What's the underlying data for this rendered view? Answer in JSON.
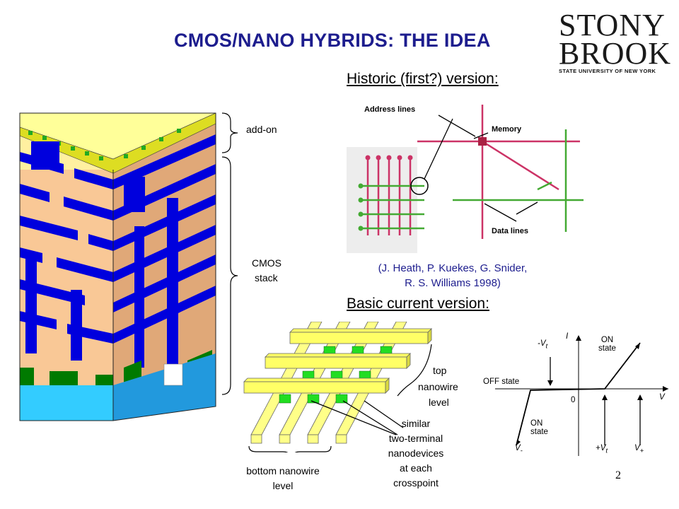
{
  "slide": {
    "title": "CMOS/NANO HYBRIDS: THE IDEA",
    "page_number": "2"
  },
  "logo": {
    "line1": "STONY",
    "line2": "BROOK",
    "line3": "STATE UNIVERSITY OF NEW YORK"
  },
  "stack": {
    "addon_label": "add-on",
    "cmos_label_line1": "CMOS",
    "cmos_label_line2": "stack"
  },
  "historic": {
    "heading": "Historic (first?) version:",
    "address_lines": "Address lines",
    "memory": "Memory",
    "data_lines": "Data lines",
    "citation_line1": "(J. Heath, P. Kuekes, G. Snider,",
    "citation_line2": "R. S. Williams 1998)"
  },
  "current": {
    "heading": "Basic current version:",
    "top_label_1": "top",
    "top_label_2": "nanowire",
    "top_label_3": "level",
    "bottom_label_1": "bottom nanowire",
    "bottom_label_2": "level",
    "device_label_1": "similar",
    "device_label_2": "two-terminal",
    "device_label_3": "nanodevices",
    "device_label_4": "at each",
    "device_label_5": "crosspoint"
  },
  "iv_graph": {
    "y_axis": "I",
    "x_axis": "V",
    "origin": "0",
    "neg_vt": "-V",
    "neg_vt_sub": "t",
    "pos_vt": "+V",
    "pos_vt_sub": "t",
    "v_plus": "V",
    "v_plus_sub": "+",
    "v_minus": "V",
    "v_minus_sub": "-",
    "on_state_top_1": "ON",
    "on_state_top_2": "state",
    "on_state_bottom_1": "ON",
    "on_state_bottom_2": "state",
    "off_state": "OFF state"
  },
  "colors": {
    "title": "#1d1d8e",
    "blue": "#0000dd",
    "peach": "#f9c896",
    "top_yellow": "#ffff99",
    "green": "#007a00",
    "cyan": "#33ccff",
    "pink_lines": "#cc3366",
    "green_lines": "#44aa33",
    "nano_bars": "#ffff88",
    "device_green": "#22dd22"
  }
}
